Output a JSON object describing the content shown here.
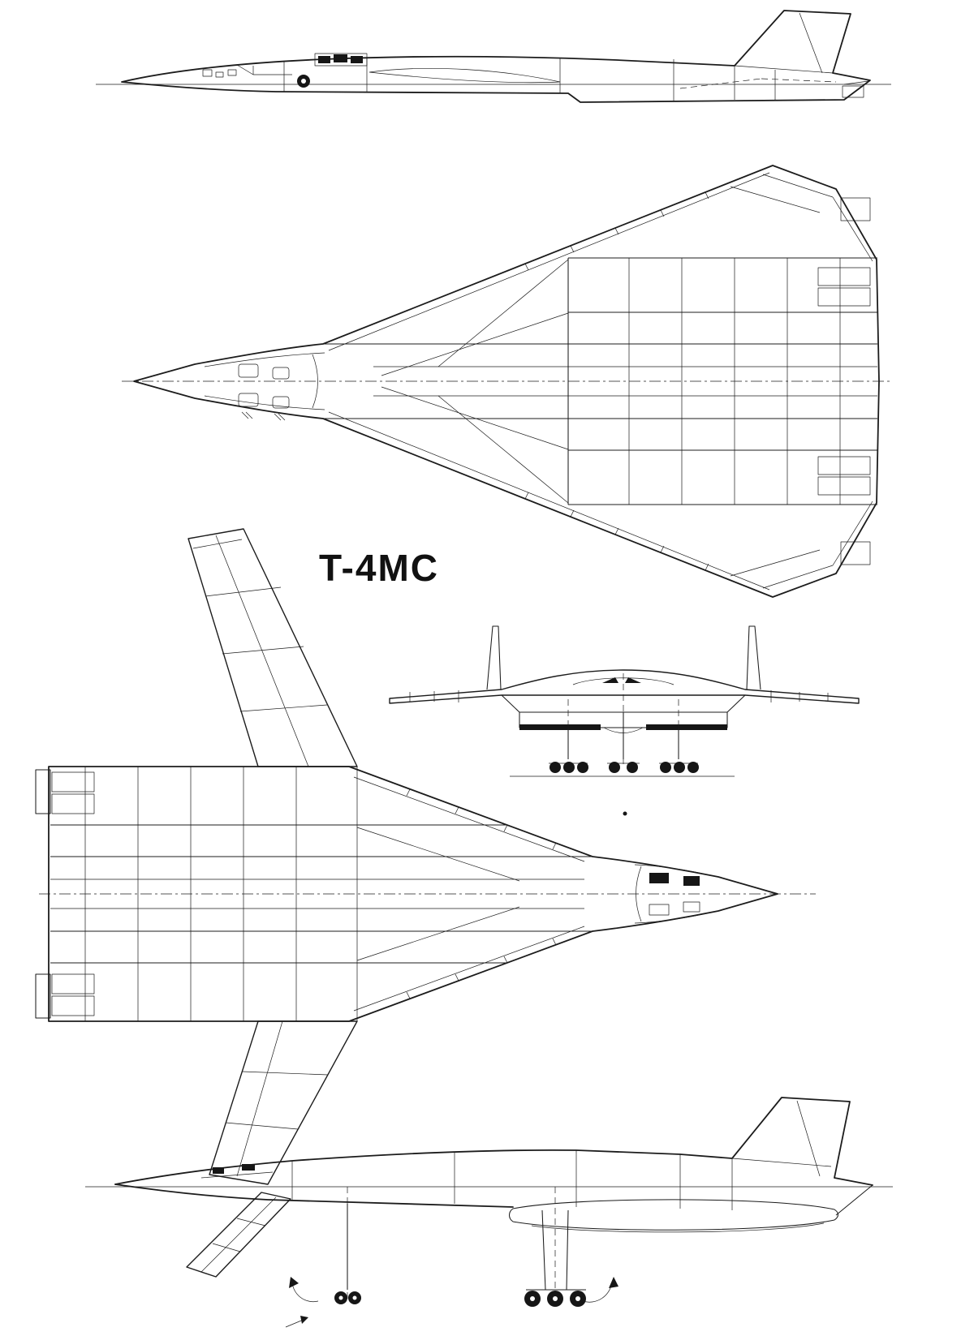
{
  "diagram": {
    "title": "T-4MC",
    "style": {
      "line_color": "#1c1c1c",
      "background_color": "#ffffff",
      "label_color": "#111111"
    },
    "views": [
      {
        "id": "side-view-top"
      },
      {
        "id": "plan-view-top"
      },
      {
        "id": "front-view"
      },
      {
        "id": "plan-view-bottom"
      },
      {
        "id": "side-view-bottom"
      }
    ]
  }
}
